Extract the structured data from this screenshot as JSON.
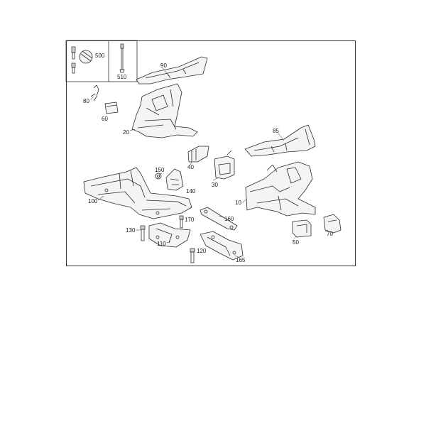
{
  "diagram": {
    "callouts": [
      {
        "id": "500",
        "label": "500"
      },
      {
        "id": "510",
        "label": "510"
      },
      {
        "id": "90",
        "label": "90"
      },
      {
        "id": "80",
        "label": "80"
      },
      {
        "id": "60",
        "label": "60"
      },
      {
        "id": "20",
        "label": "20"
      },
      {
        "id": "85",
        "label": "85"
      },
      {
        "id": "40",
        "label": "40"
      },
      {
        "id": "150",
        "label": "150"
      },
      {
        "id": "140",
        "label": "140"
      },
      {
        "id": "30",
        "label": "30"
      },
      {
        "id": "10",
        "label": "10"
      },
      {
        "id": "100",
        "label": "100"
      },
      {
        "id": "160",
        "label": "160"
      },
      {
        "id": "170",
        "label": "170"
      },
      {
        "id": "130",
        "label": "130"
      },
      {
        "id": "110",
        "label": "110"
      },
      {
        "id": "120",
        "label": "120"
      },
      {
        "id": "165",
        "label": "165"
      },
      {
        "id": "50",
        "label": "50"
      },
      {
        "id": "70",
        "label": "70"
      }
    ]
  }
}
